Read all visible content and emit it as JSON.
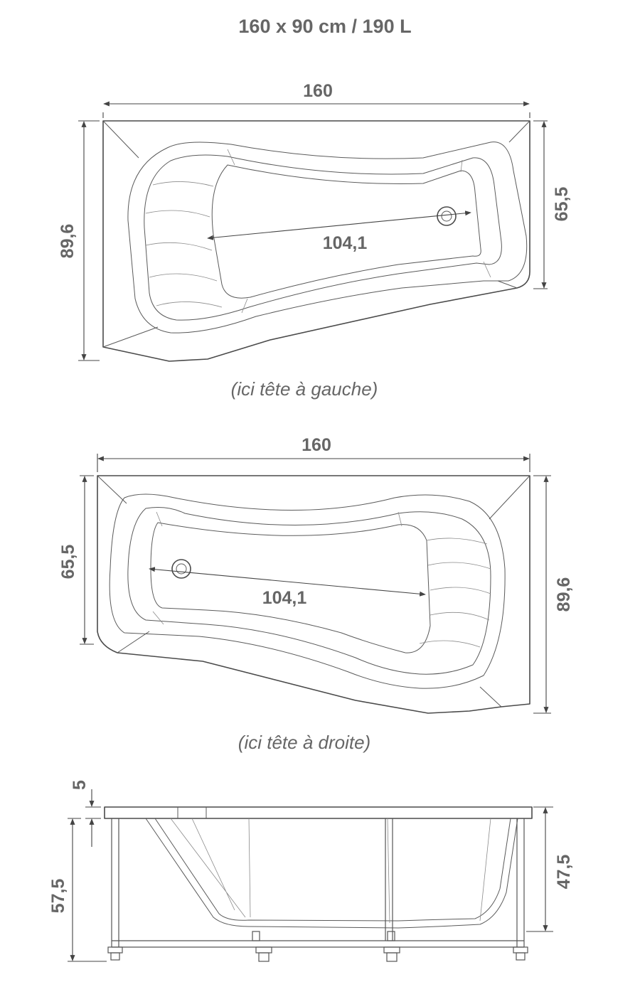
{
  "title": "160 x 90 cm / 190 L",
  "top_view_left": {
    "width_label": "160",
    "depth_label": "89,6",
    "narrow_depth_label": "65,5",
    "inner_length_label": "104,1",
    "caption": "(ici tête à gauche)"
  },
  "top_view_right": {
    "width_label": "160",
    "depth_label": "89,6",
    "narrow_depth_label": "65,5",
    "inner_length_label": "104,1",
    "caption": "(ici tête à droite)"
  },
  "side_view": {
    "rim_label": "5",
    "total_height_label": "57,5",
    "tub_depth_label": "47,5"
  }
}
